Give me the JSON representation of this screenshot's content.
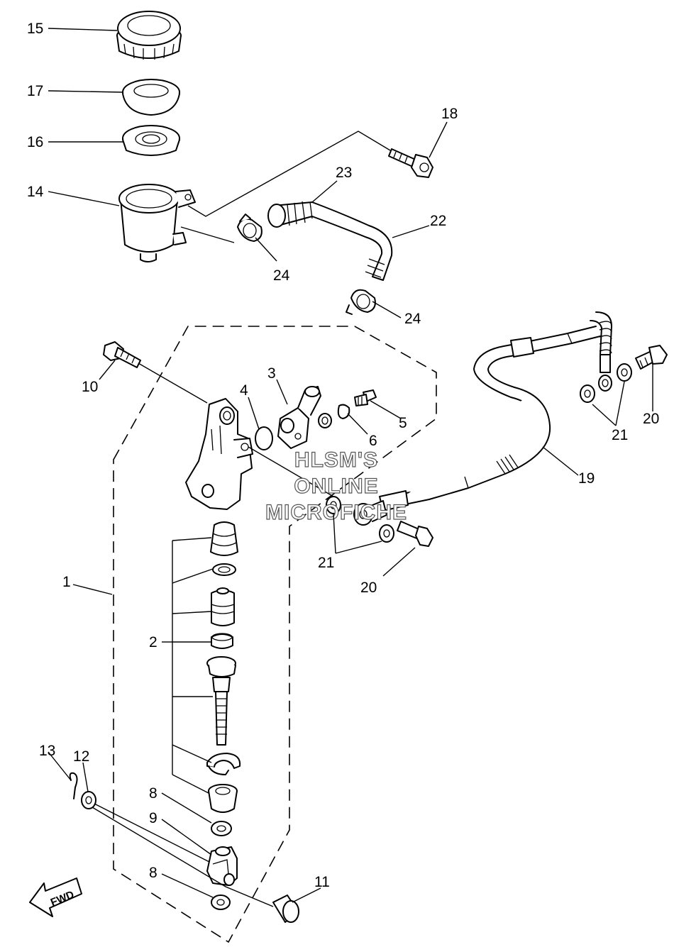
{
  "callouts": {
    "c1": "1",
    "c2": "2",
    "c3": "3",
    "c4": "4",
    "c5": "5",
    "c6": "6",
    "c8a": "8",
    "c8b": "8",
    "c9": "9",
    "c10": "10",
    "c11": "11",
    "c12": "12",
    "c13": "13",
    "c14": "14",
    "c15": "15",
    "c16": "16",
    "c17": "17",
    "c18": "18",
    "c19": "19",
    "c20a": "20",
    "c20b": "20",
    "c21a": "21",
    "c21b": "21",
    "c22": "22",
    "c23": "23",
    "c24a": "24",
    "c24b": "24"
  },
  "watermark": {
    "line1": "HLSM'S",
    "line2": "ONLINE",
    "line3": "MICROFICHE"
  },
  "direction_arrow": {
    "label": "FWD",
    "icon": "fwd-arrow-icon"
  }
}
